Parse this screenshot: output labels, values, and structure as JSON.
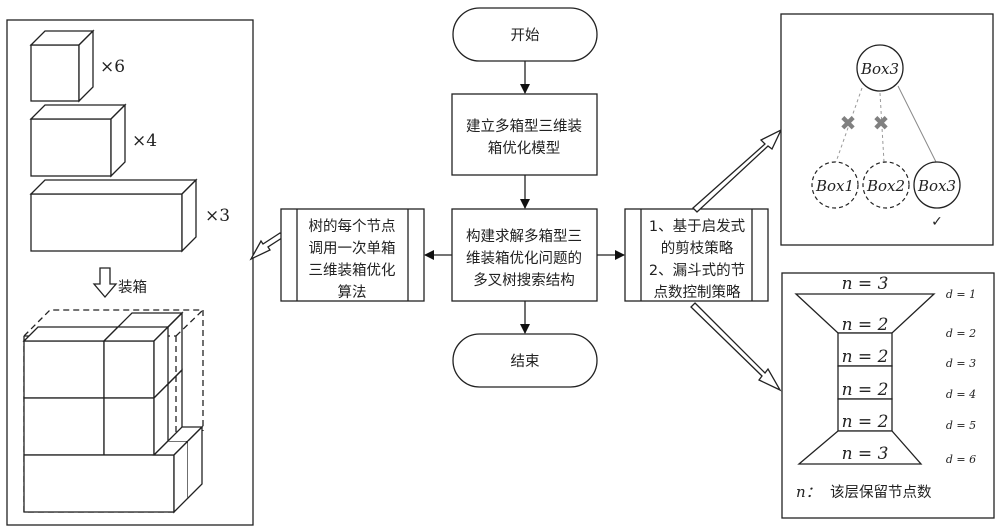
{
  "flowchart": {
    "start_label": "开始",
    "end_label": "结束",
    "step1": [
      "建立多箱型三维装",
      "箱优化模型"
    ],
    "step2": [
      "构建求解多箱型三",
      "维装箱优化问题的",
      "多叉树搜索结构"
    ],
    "left_process": [
      "树的每个节点",
      "调用一次单箱",
      "三维装箱优化",
      "算法"
    ],
    "right_process": [
      "1、基于启发式",
      "的剪枝策略",
      "2、漏斗式的节",
      "点数控制策略"
    ]
  },
  "packing_panel": {
    "box_types": [
      {
        "name": "small-cube",
        "count_label": "×6"
      },
      {
        "name": "medium-box",
        "count_label": "×4"
      },
      {
        "name": "long-box",
        "count_label": "×3"
      }
    ],
    "pack_label": "装箱"
  },
  "tree_panel": {
    "root_label": "Box3",
    "children": [
      {
        "label": "Box1",
        "pruned": true
      },
      {
        "label": "Box2",
        "pruned": true
      },
      {
        "label": "Box3",
        "pruned": false,
        "mark": "✓"
      }
    ],
    "prune_mark": "✖"
  },
  "funnel_panel": {
    "layers": [
      {
        "n_label": "n = 3",
        "d_label": "d = 1"
      },
      {
        "n_label": "n = 2",
        "d_label": "d = 2"
      },
      {
        "n_label": "n = 2",
        "d_label": "d = 3"
      },
      {
        "n_label": "n = 2",
        "d_label": "d = 4"
      },
      {
        "n_label": "n = 2",
        "d_label": "d = 5"
      },
      {
        "n_label": "n = 3",
        "d_label": "d = 6"
      }
    ],
    "legend_var": "n：",
    "legend_text": "该层保留节点数"
  },
  "colors": {
    "stroke": "#222222",
    "prune_mark": "#808080",
    "background": "#ffffff"
  }
}
